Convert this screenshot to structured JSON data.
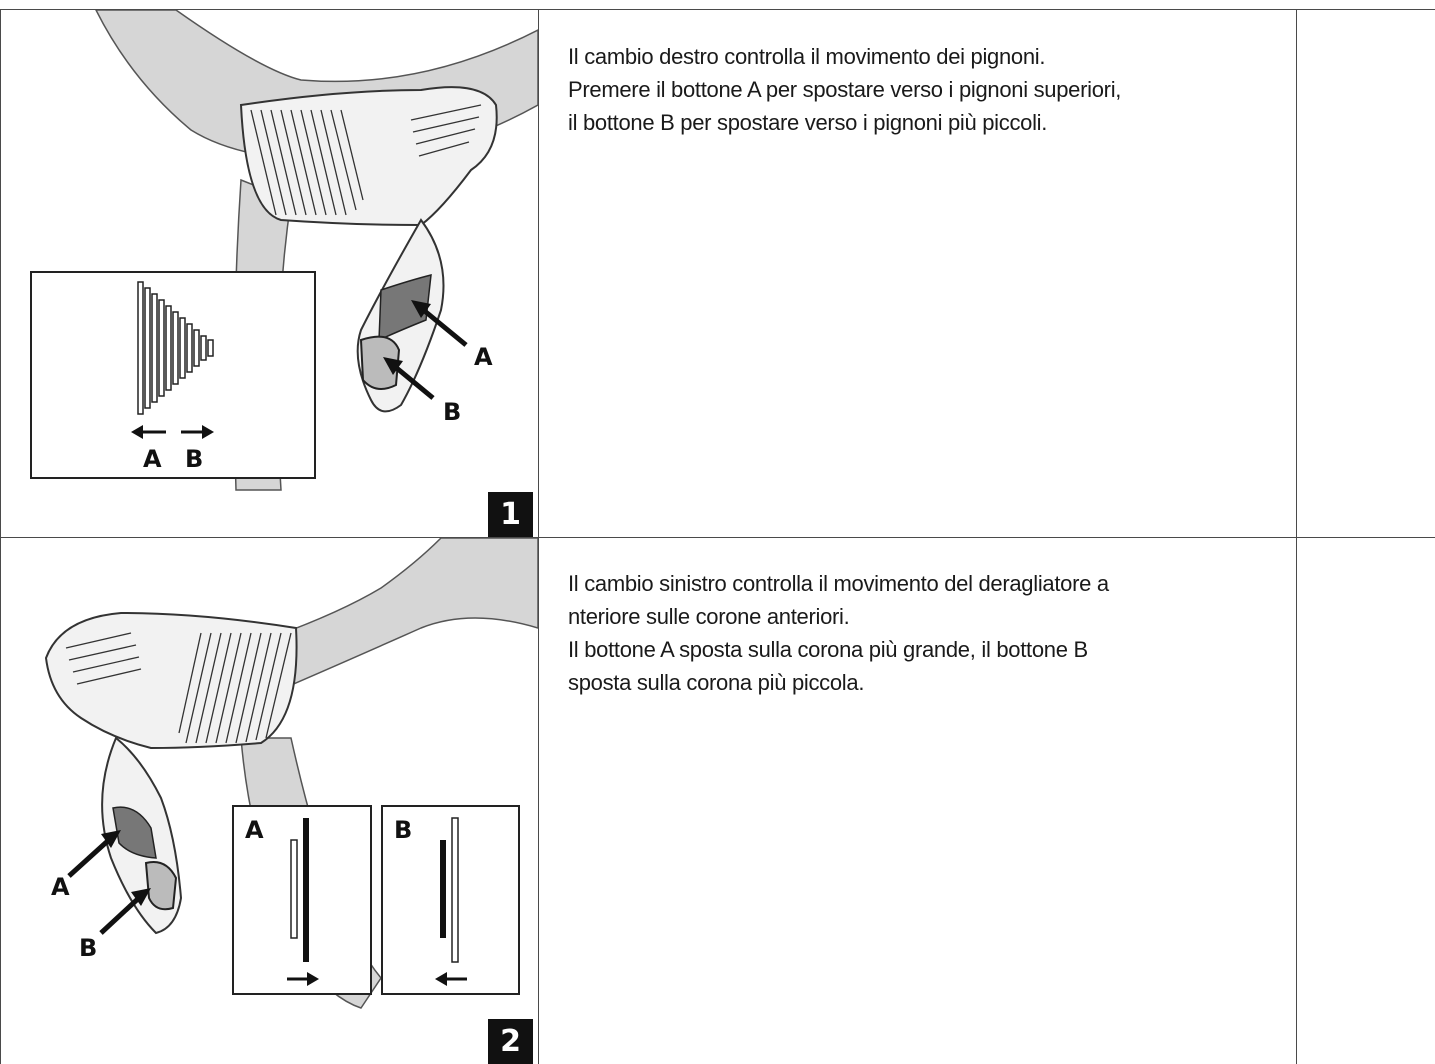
{
  "steps": [
    {
      "number": "1",
      "lines": [
        "Il cambio destro controlla il movimento dei pignoni.",
        "Premere il bottone A per spostare verso i pignoni superiori,",
        "il bottone B per spostare verso i pignoni più piccoli."
      ],
      "callouts": {
        "a": "A",
        "b": "B"
      },
      "inset": {
        "left_label": "A",
        "right_label": "B"
      }
    },
    {
      "number": "2",
      "lines": [
        "Il cambio sinistro controlla il movimento del deragliatore a",
        "nteriore sulle corone anteriori.",
        "Il bottone A sposta sulla corona più grande, il bottone B",
        "sposta sulla corona più piccola."
      ],
      "callouts": {
        "a": "A",
        "b": "B"
      },
      "inset": {
        "left_label": "A",
        "right_label": "B"
      }
    }
  ],
  "colors": {
    "line": "#4a4a4a",
    "badge": "#111111",
    "handlebar": "#d6d6d6"
  }
}
